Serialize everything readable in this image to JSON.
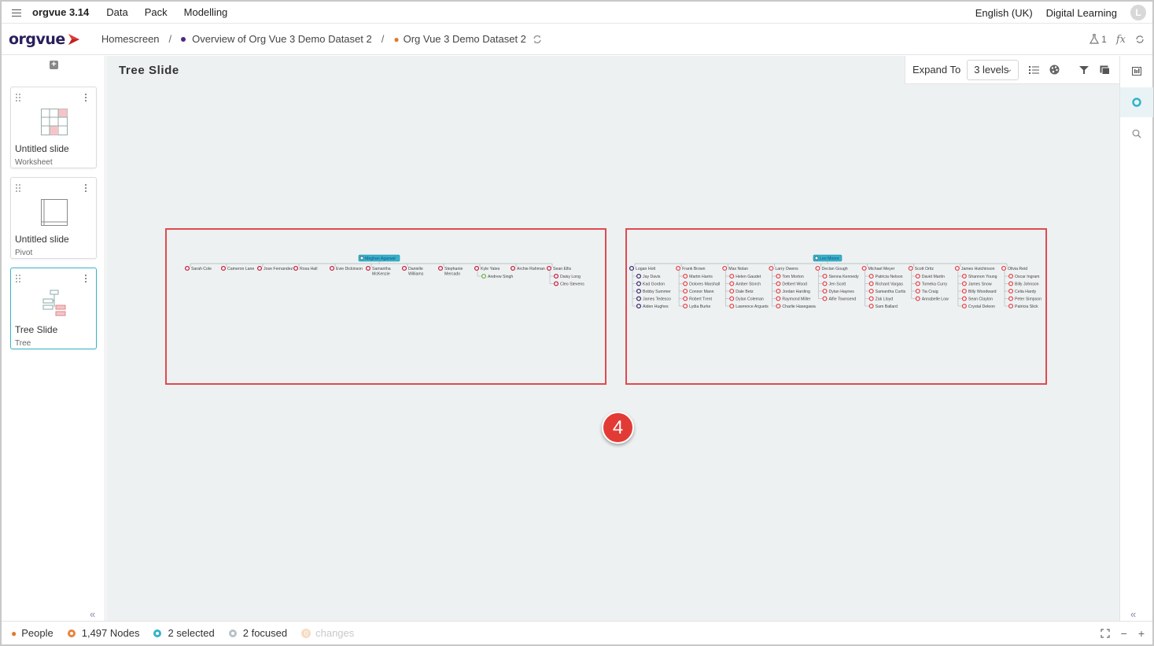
{
  "menubar": {
    "app_title": "orgvue 3.14",
    "items": [
      "Data",
      "Pack",
      "Modelling"
    ],
    "language": "English (UK)",
    "user_label": "Digital Learning",
    "avatar_initial": "L"
  },
  "breadcrumb": {
    "logo_text": "orgvue",
    "home": "Homescreen",
    "overview": "Overview of Org Vue 3 Demo Dataset 2",
    "dataset": "Org Vue 3 Demo Dataset 2",
    "right_counter": "1"
  },
  "slides": [
    {
      "title": "Untitled slide",
      "type": "Worksheet"
    },
    {
      "title": "Untitled slide",
      "type": "Pivot"
    },
    {
      "title": "Tree Slide",
      "type": "Tree"
    }
  ],
  "canvas": {
    "title": "Tree Slide",
    "expand_label": "Expand To",
    "levels_value": "3 levels"
  },
  "trees": [
    {
      "root": "Meghan Agarwal",
      "children": [
        {
          "name": "Sarah Cole",
          "color": "#c5203e",
          "kids": []
        },
        {
          "name": "Cameron Lane",
          "color": "#c5203e",
          "kids": []
        },
        {
          "name": "Jose Fernandez",
          "color": "#c5203e",
          "kids": []
        },
        {
          "name": "Rosa Hall",
          "color": "#c5203e",
          "kids": []
        },
        {
          "name": "Evie Dickinson",
          "color": "#c5203e",
          "kids": []
        },
        {
          "name": "Samantha McKenzie",
          "color": "#c5203e",
          "kids": []
        },
        {
          "name": "Danielle Williams",
          "color": "#c5203e",
          "kids": []
        },
        {
          "name": "Stephanie Mercado",
          "color": "#c5203e",
          "kids": []
        },
        {
          "name": "Kyle Yates",
          "color": "#c5203e",
          "kids": [
            {
              "name": "Andrew Singh",
              "color": "#6ab04c"
            }
          ]
        },
        {
          "name": "Archie Rahman",
          "color": "#c5203e",
          "kids": []
        },
        {
          "name": "Sean Ellis",
          "color": "#c5203e",
          "kids": [
            {
              "name": "Daisy Long",
              "color": "#c5203e"
            },
            {
              "name": "Cleo Stevens",
              "color": "#c5203e"
            }
          ]
        }
      ]
    },
    {
      "root": "Leo Moore",
      "children": [
        {
          "name": "Logan Holt",
          "color": "#3d2a6e",
          "kids": [
            {
              "name": "Jay Davis",
              "color": "#3d2a6e"
            },
            {
              "name": "Kad Gordon",
              "color": "#3d2a6e"
            },
            {
              "name": "Bobby Summer",
              "color": "#3d2a6e"
            },
            {
              "name": "James Tedesco",
              "color": "#3d2a6e"
            },
            {
              "name": "Aiden Hughes",
              "color": "#3d2a6e"
            }
          ]
        },
        {
          "name": "Frank Brown",
          "color": "#e0474c",
          "kids": [
            {
              "name": "Martin Harris",
              "color": "#e0474c"
            },
            {
              "name": "Dolores Marshall",
              "color": "#e0474c"
            },
            {
              "name": "Connor Mann",
              "color": "#e0474c"
            },
            {
              "name": "Robert Trent",
              "color": "#e0474c"
            },
            {
              "name": "Lydia Burke",
              "color": "#e0474c"
            }
          ]
        },
        {
          "name": "Max Nolan",
          "color": "#e0474c",
          "kids": [
            {
              "name": "Helen Gaudet",
              "color": "#e0474c"
            },
            {
              "name": "Amber Storch",
              "color": "#e0474c"
            },
            {
              "name": "Dale Betz",
              "color": "#e0474c"
            },
            {
              "name": "Dylan Coleman",
              "color": "#e0474c"
            },
            {
              "name": "Lawrence Arguets",
              "color": "#e0474c"
            }
          ]
        },
        {
          "name": "Larry Owens",
          "color": "#e0474c",
          "kids": [
            {
              "name": "Tom Morton",
              "color": "#e0474c"
            },
            {
              "name": "Delbert Wood",
              "color": "#e0474c"
            },
            {
              "name": "Jordan Harding",
              "color": "#e0474c"
            },
            {
              "name": "Raymond Miller",
              "color": "#e0474c"
            },
            {
              "name": "Charlie Hasegawa",
              "color": "#e0474c"
            }
          ]
        },
        {
          "name": "Declan Gough",
          "color": "#e0474c",
          "kids": [
            {
              "name": "Sienna Kennedy",
              "color": "#e0474c"
            },
            {
              "name": "Jen Scott",
              "color": "#e0474c"
            },
            {
              "name": "Dylan Haynes",
              "color": "#e0474c"
            },
            {
              "name": "Alfie Townsend",
              "color": "#e0474c"
            }
          ]
        },
        {
          "name": "Michael Meyer",
          "color": "#e0474c",
          "kids": [
            {
              "name": "Patricia Nelson",
              "color": "#e0474c"
            },
            {
              "name": "Richard Vargas",
              "color": "#e0474c"
            },
            {
              "name": "Samantha Curtis",
              "color": "#e0474c"
            },
            {
              "name": "Zak Lloyd",
              "color": "#e0474c"
            },
            {
              "name": "Sam Ballard",
              "color": "#e0474c"
            }
          ]
        },
        {
          "name": "Scott Ortiz",
          "color": "#e0474c",
          "kids": [
            {
              "name": "David Martin",
              "color": "#e0474c"
            },
            {
              "name": "Tomeka Curry",
              "color": "#e0474c"
            },
            {
              "name": "Tia Craig",
              "color": "#e0474c"
            },
            {
              "name": "Annabelle Low",
              "color": "#e0474c"
            }
          ]
        },
        {
          "name": "James Hutchinson",
          "color": "#e0474c",
          "kids": [
            {
              "name": "Shannon Young",
              "color": "#e0474c"
            },
            {
              "name": "James Snow",
              "color": "#e0474c"
            },
            {
              "name": "Billy Woodward",
              "color": "#e0474c"
            },
            {
              "name": "Sean Clayton",
              "color": "#e0474c"
            },
            {
              "name": "Crystal Deleon",
              "color": "#e0474c"
            }
          ]
        },
        {
          "name": "Olivia Reid",
          "color": "#e0474c",
          "kids": [
            {
              "name": "Oscar Ingram",
              "color": "#e0474c"
            },
            {
              "name": "Billy Johnson",
              "color": "#e0474c"
            },
            {
              "name": "Celia Hardy",
              "color": "#e0474c"
            },
            {
              "name": "Peter Simpson",
              "color": "#e0474c"
            },
            {
              "name": "Patricia Slick",
              "color": "#e0474c"
            }
          ]
        }
      ]
    }
  ],
  "callout_number": "4",
  "status": {
    "people": "People",
    "nodes": "1,497 Nodes",
    "selected": "2 selected",
    "focused": "2 focused",
    "changes_count": "0",
    "changes": "changes"
  },
  "colors": {
    "accent": "#35b3c9",
    "highlight_box": "#e04a4f",
    "brand_navy": "#2a1f5c",
    "brand_red": "#e23b36"
  },
  "icons": {
    "menu": "hamburger-icon",
    "refresh": "refresh-icon",
    "flask": "flask-icon",
    "fx": "fx-icon",
    "sync": "sync-icon",
    "list": "list-icon",
    "palette": "palette-icon",
    "filter": "filter-icon",
    "panel": "panel-icon",
    "search": "search-icon",
    "fullscreen": "fullscreen-icon",
    "zoom_out": "minus-icon",
    "zoom_in": "plus-icon"
  }
}
